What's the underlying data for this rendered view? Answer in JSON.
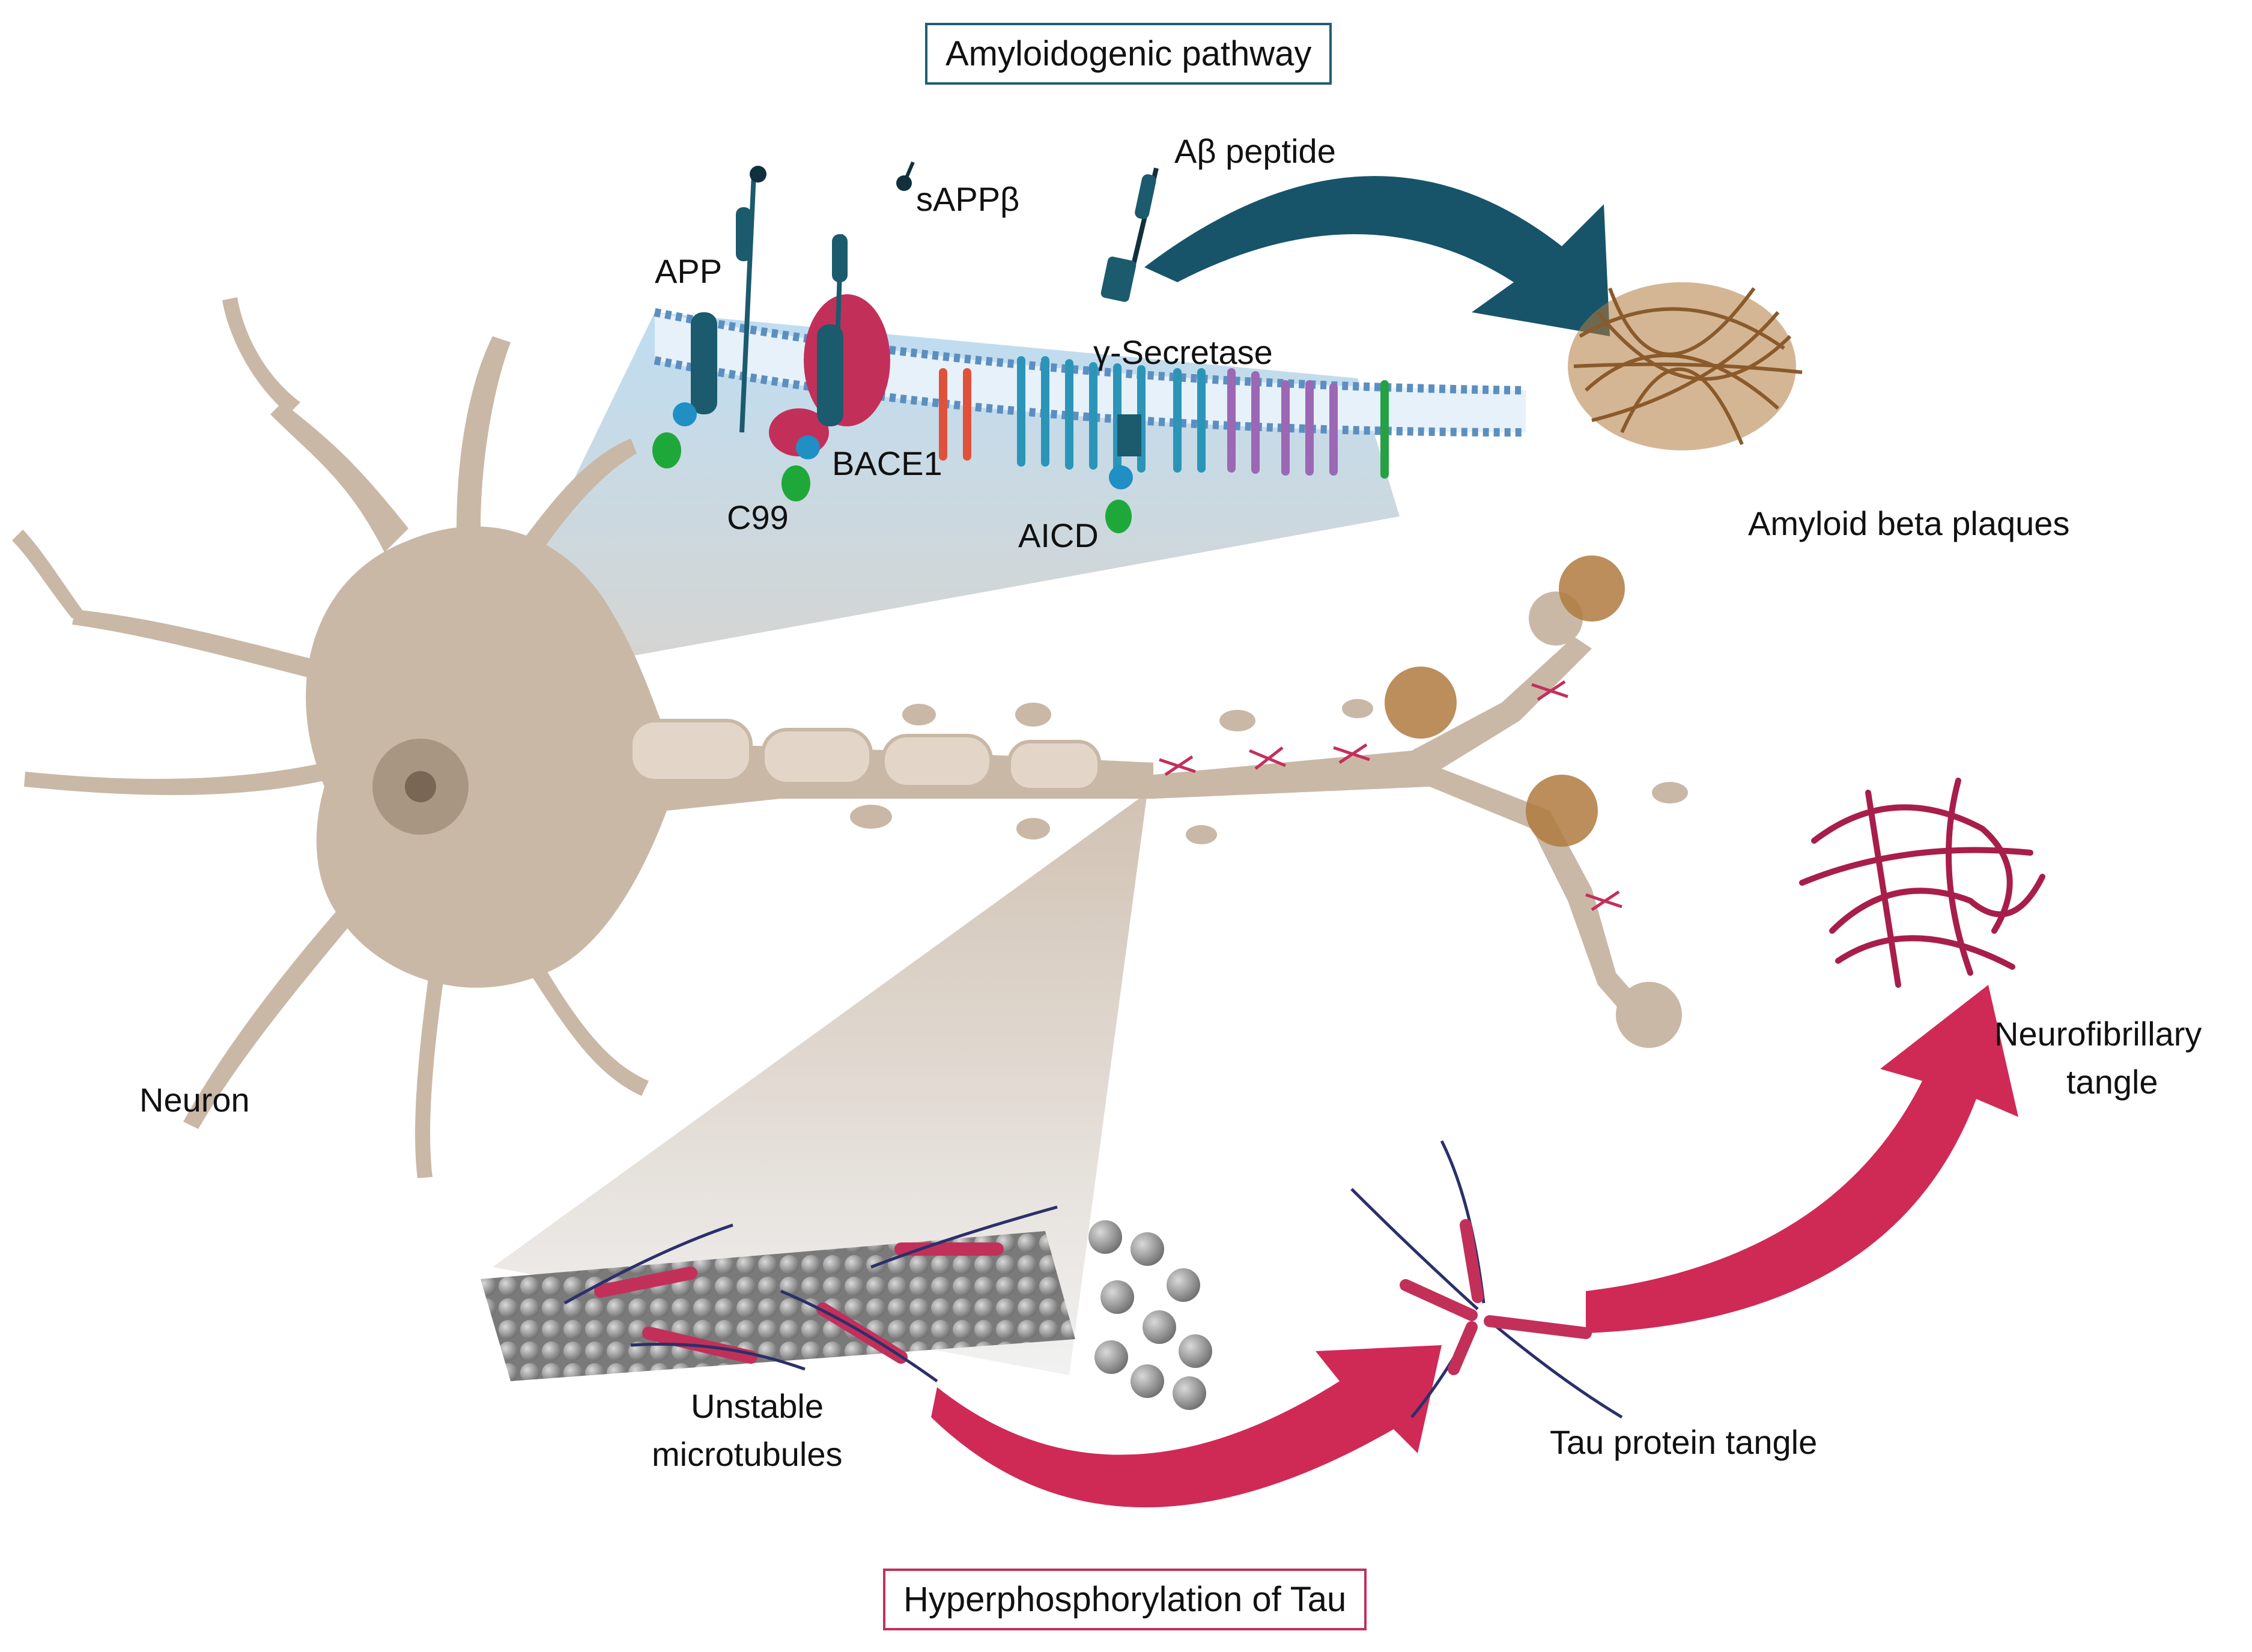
{
  "figure": {
    "titles": {
      "top": "Amyloidogenic pathway",
      "bottom": "Hyperphosphorylation of Tau"
    },
    "labels": {
      "app": "APP",
      "sappb": "sAPPβ",
      "abeta": "Aβ peptide",
      "secretase": "γ-Secretase",
      "bace1": "BACE1",
      "c99": "C99",
      "aicd": "AICD",
      "plaques": "Amyloid beta plaques",
      "neuron": "Neuron",
      "nft_line1": "Neurofibrillary",
      "nft_line2": "tangle",
      "microtubules_line1": "Unstable",
      "microtubules_line2": "microtubules",
      "tau_tangle": "Tau protein tangle"
    },
    "colors": {
      "neuron": "#c9b8a6",
      "app_protein": "#1c5a6e",
      "bace1": "#c2305a",
      "tau": "#c2305a",
      "plaque": "#8b5a2b",
      "membrane_fill": "#a9d2ee",
      "arrow_amyloid": "#17546a",
      "arrow_tau": "#cf2a55"
    }
  }
}
